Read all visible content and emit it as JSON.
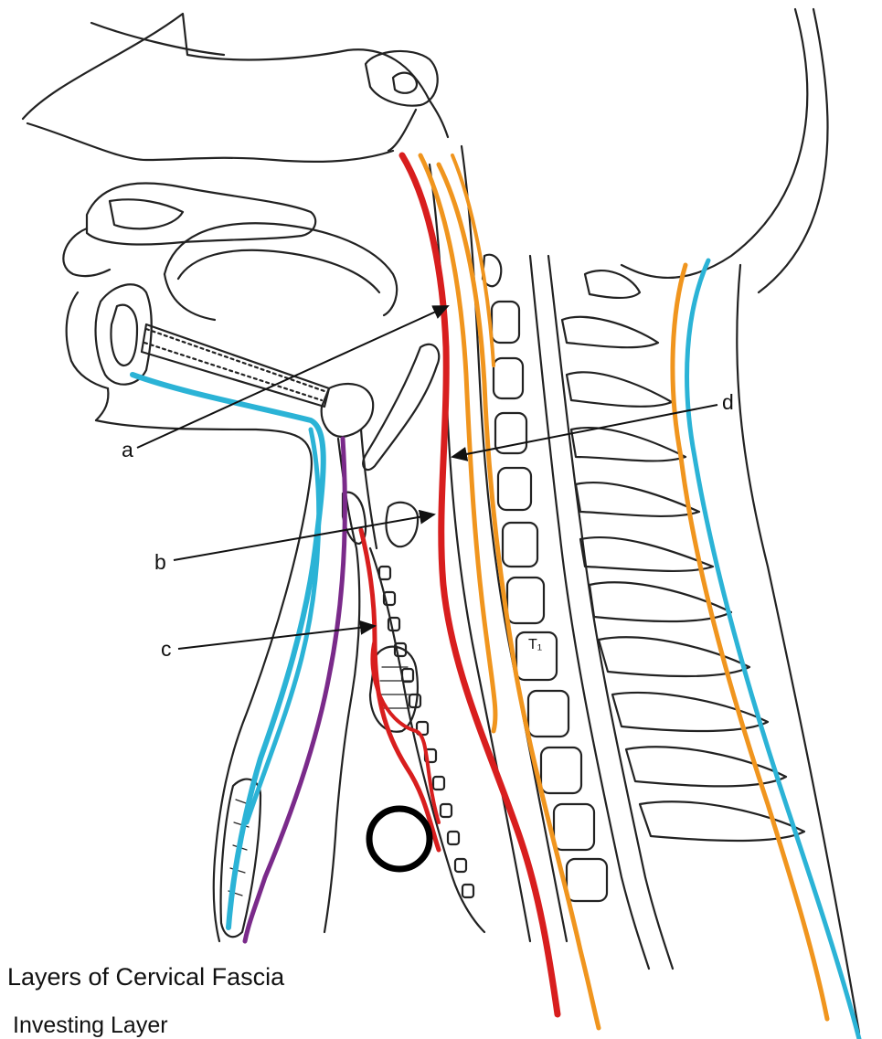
{
  "caption": {
    "title": "Layers of Cervical Fascia",
    "first_layer": "Investing Layer"
  },
  "labels": {
    "a": "a",
    "b": "b",
    "c": "c",
    "d": "d",
    "vertebra": "T₁"
  },
  "colors": {
    "investing": "#2bb3d6",
    "pretracheal": "#d81e1e",
    "prevertebral": "#f0951e",
    "carotid_sheath_line": "#7a2a8a",
    "outline": "#222222",
    "marker": "#000000"
  }
}
